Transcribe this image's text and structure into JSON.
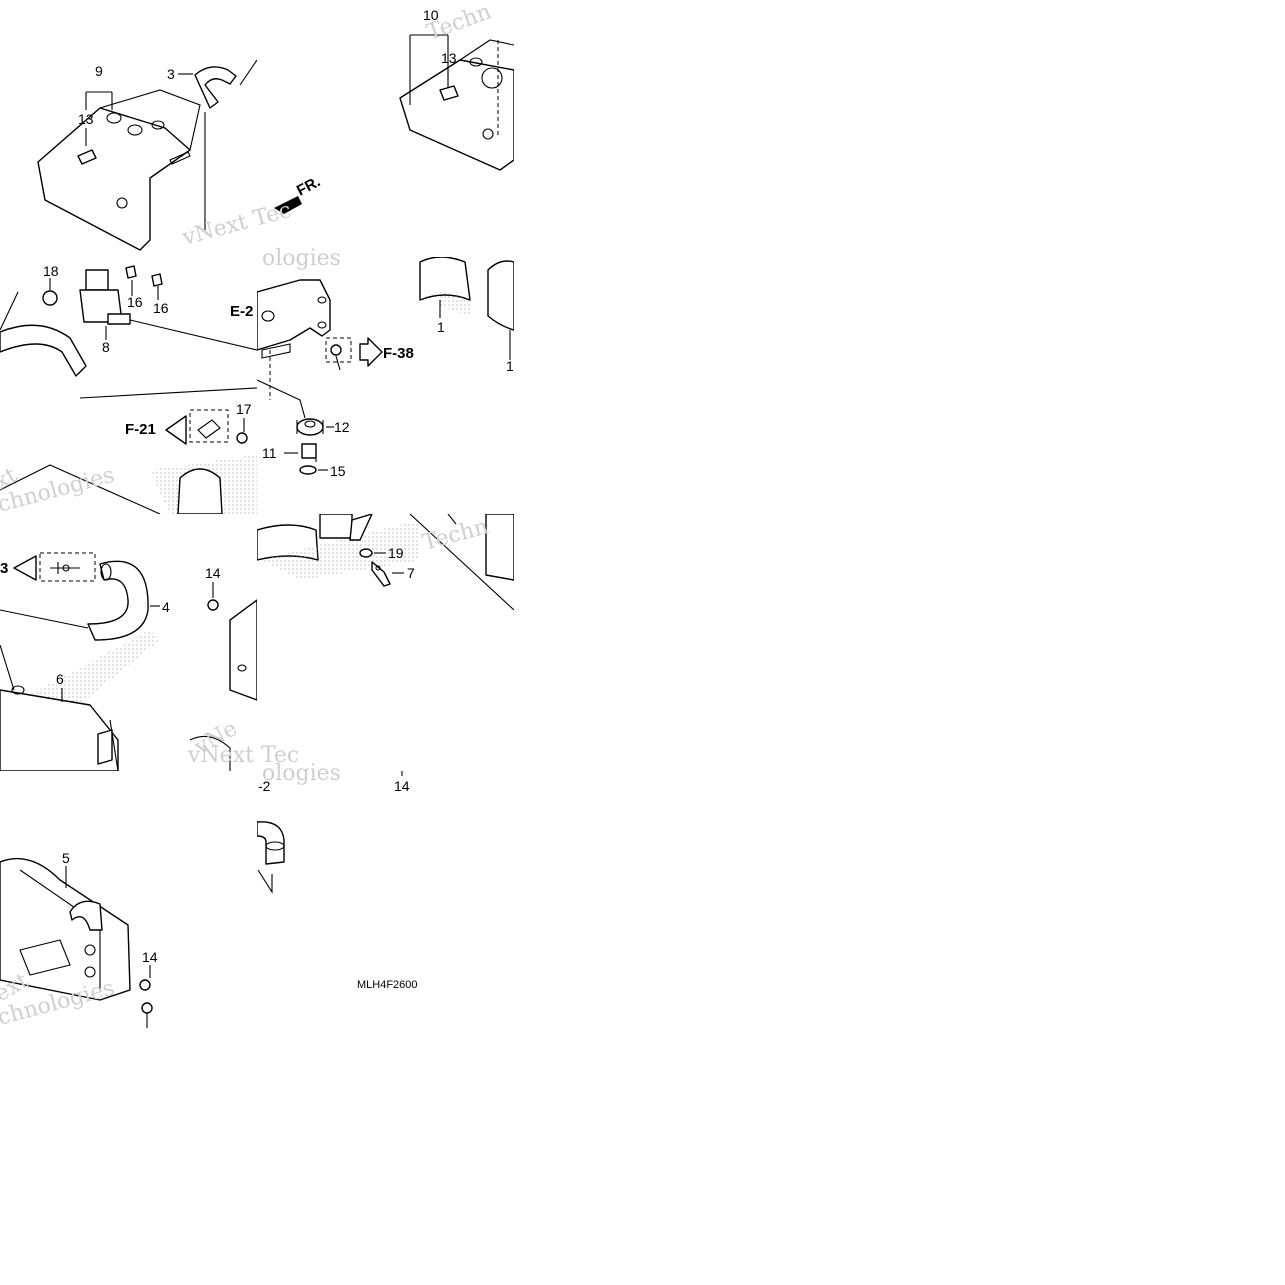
{
  "diagram": {
    "callouts": {
      "c1a": "1",
      "c1b": "1",
      "c3": "3",
      "c4": "4",
      "c5": "5",
      "c6": "6",
      "c7": "7",
      "c8": "8",
      "c9": "9",
      "c10": "10",
      "c11": "11",
      "c12": "12",
      "c13a": "13",
      "c13b": "13",
      "c14a": "14",
      "c14b": "14",
      "c14c": "14",
      "c15": "15",
      "c16a": "16",
      "c16b": "16",
      "c17": "17",
      "c18": "18",
      "c19": "19"
    },
    "refs": {
      "f21": "F-21",
      "f38": "F-38",
      "e2": "E-2",
      "e2b": "-2",
      "f3": "3",
      "front": "FR."
    },
    "watermarks": {
      "w1": "Techn",
      "w2": "vNext Tec",
      "w3": "ologies",
      "w4": "xt",
      "w5": "chnologies",
      "w6": "Techn",
      "w7": "vNe",
      "w8": "vNext Tec",
      "w9": "ologies",
      "w10": "ext",
      "w11": "chnologies"
    },
    "drawing_code": "MLH4F2600"
  }
}
